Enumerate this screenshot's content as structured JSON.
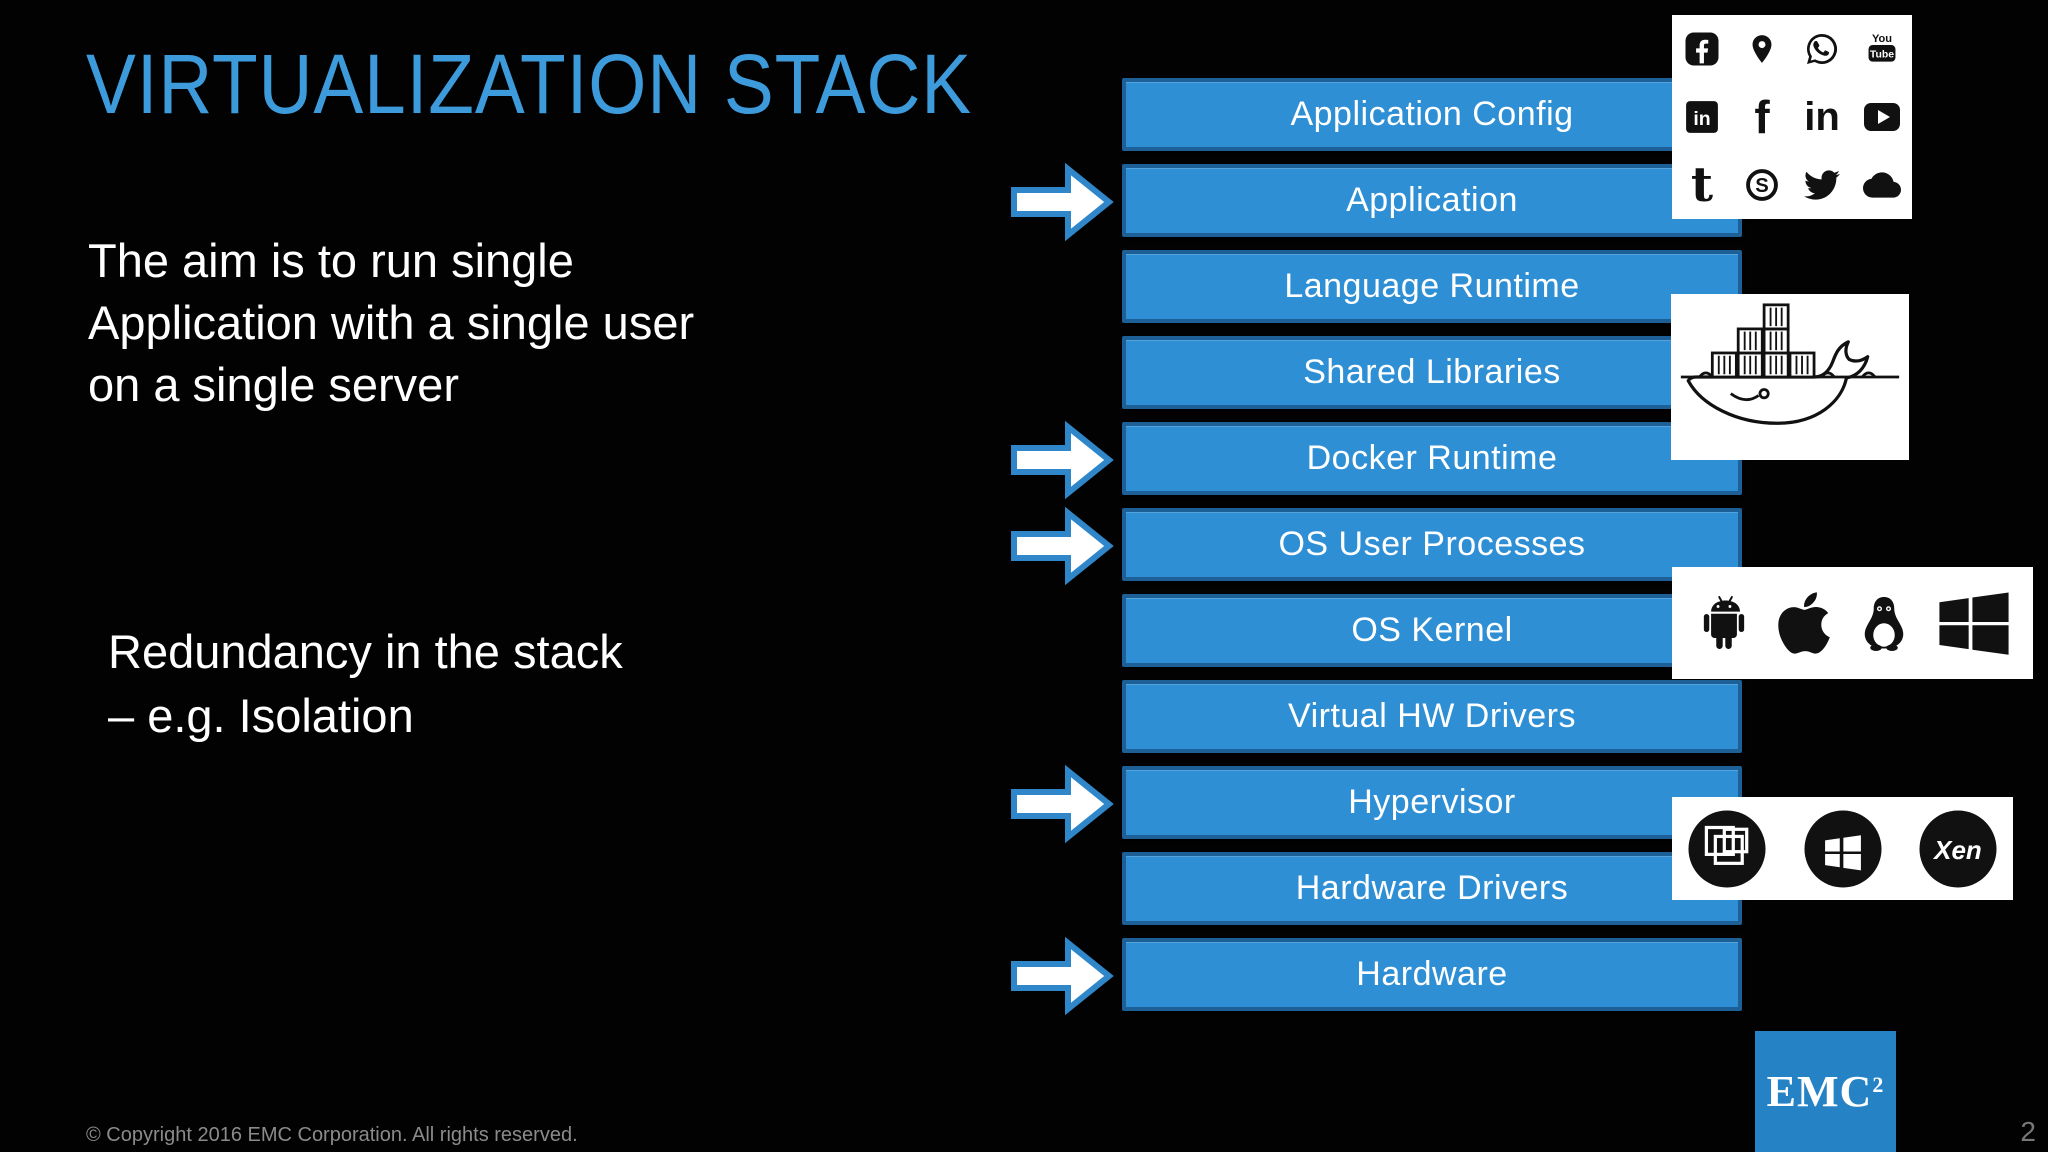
{
  "slide": {
    "title": "VIRTUALIZATION STACK",
    "body_lines": [
      "The aim is to run single",
      "Application with a single user",
      "on a single server"
    ],
    "note_lines": [
      "Redundancy in the stack",
      "– e.g. Isolation"
    ],
    "footer": "© Copyright 2016 EMC Corporation. All rights reserved.",
    "page_number": "2"
  },
  "colors": {
    "background": "#020202",
    "accent_blue": "#3D9BDC",
    "box_fill": "#2E8FD5",
    "box_border": "#1D6097",
    "arrow_outline": "#2F87C9",
    "emc_blue": "#2583C5",
    "panel_white": "#FFFFFF"
  },
  "stack": {
    "layers": [
      {
        "label": "Application Config",
        "arrow": false
      },
      {
        "label": "Application",
        "arrow": true
      },
      {
        "label": "Language Runtime",
        "arrow": false
      },
      {
        "label": "Shared Libraries",
        "arrow": false
      },
      {
        "label": "Docker Runtime",
        "arrow": true
      },
      {
        "label": "OS User Processes",
        "arrow": true
      },
      {
        "label": "OS Kernel",
        "arrow": false
      },
      {
        "label": "Virtual HW Drivers",
        "arrow": false
      },
      {
        "label": "Hypervisor",
        "arrow": true
      },
      {
        "label": "Hardware Drivers",
        "arrow": false
      },
      {
        "label": "Hardware",
        "arrow": true
      }
    ]
  },
  "icon_panels": {
    "social": [
      "facebook-square-icon",
      "location-pin-icon",
      "whatsapp-icon",
      "youtube-logo-icon",
      "linkedin-square-icon",
      "facebook-f-icon",
      "linkedin-in-icon",
      "youtube-play-icon",
      "twitter-t-icon",
      "skype-icon",
      "twitter-bird-icon",
      "cloud-icon"
    ],
    "docker": "docker-whale-icon",
    "os": [
      "android-icon",
      "apple-icon",
      "linux-tux-icon",
      "windows-icon"
    ],
    "hypervisors": [
      "vmware-icon",
      "hyperv-icon",
      "xen-icon"
    ]
  },
  "icon_glyphs": {
    "facebook_f": "f",
    "linkedin_in": "in",
    "twitter_t": "t",
    "skype_s": "S",
    "xen": "Xen",
    "youtube_top": "You",
    "youtube_bottom": "Tube"
  },
  "emc_logo": {
    "text": "EMC",
    "superscript": "2"
  }
}
